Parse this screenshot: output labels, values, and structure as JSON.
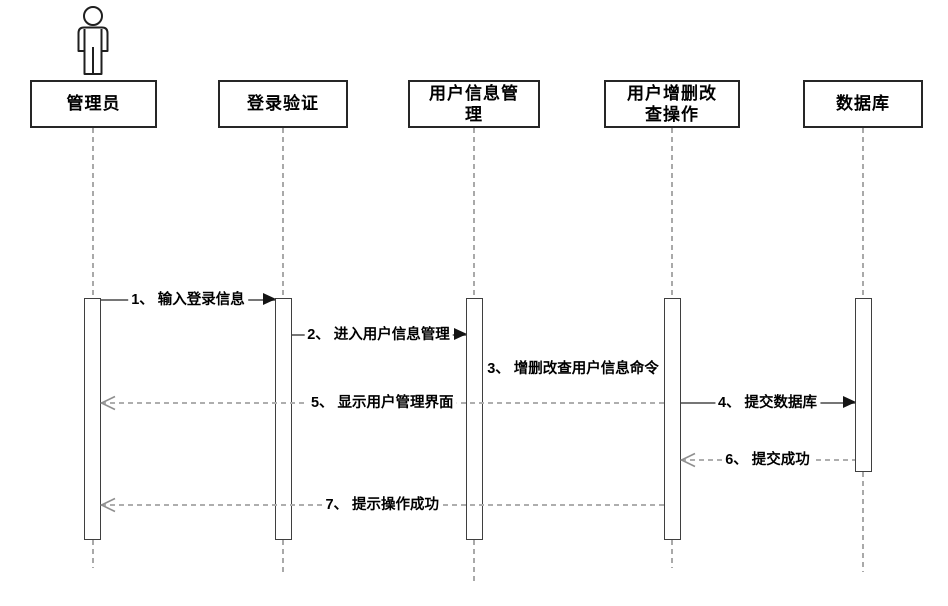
{
  "diagram_type": "uml-sequence-diagram",
  "colors": {
    "background": "#ffffff",
    "box_border": "#262626",
    "text": "#000000",
    "sync_line": "#767676",
    "sync_arrowhead": "#141414",
    "return_line": "#aeaeae",
    "return_arrowhead": "#8f8f8f",
    "lifeline_dash": "#a9a9a9",
    "activation_border": "#3f3f3f"
  },
  "lifelines": [
    {
      "label": "管理员",
      "kind": "actor"
    },
    {
      "label": "登录验证",
      "kind": "object"
    },
    {
      "label": "用户信息管\n理",
      "kind": "object"
    },
    {
      "label": "用户增删改\n查操作",
      "kind": "object"
    },
    {
      "label": "数据库",
      "kind": "object"
    }
  ],
  "messages": [
    {
      "label": "1、 输入登录信息",
      "from": "管理员",
      "to": "登录验证",
      "style": "sync"
    },
    {
      "label": "2、 进入用户信息管理",
      "from": "登录验证",
      "to": "用户信息管理",
      "style": "sync"
    },
    {
      "label": "3、 增删改查用户信息命令",
      "from": "用户信息管理",
      "to": "用户增删改查操作",
      "style": "label-only"
    },
    {
      "label": "4、 提交数据库",
      "from": "用户增删改查操作",
      "to": "数据库",
      "style": "sync"
    },
    {
      "label": "5、 显示用户管理界面",
      "from": "用户增删改查操作",
      "to": "管理员",
      "style": "return"
    },
    {
      "label": "6、 提交成功",
      "from": "数据库",
      "to": "用户增删改查操作",
      "style": "return"
    },
    {
      "label": "7、 提示操作成功",
      "from": "用户增删改查操作",
      "to": "管理员",
      "style": "return"
    }
  ]
}
